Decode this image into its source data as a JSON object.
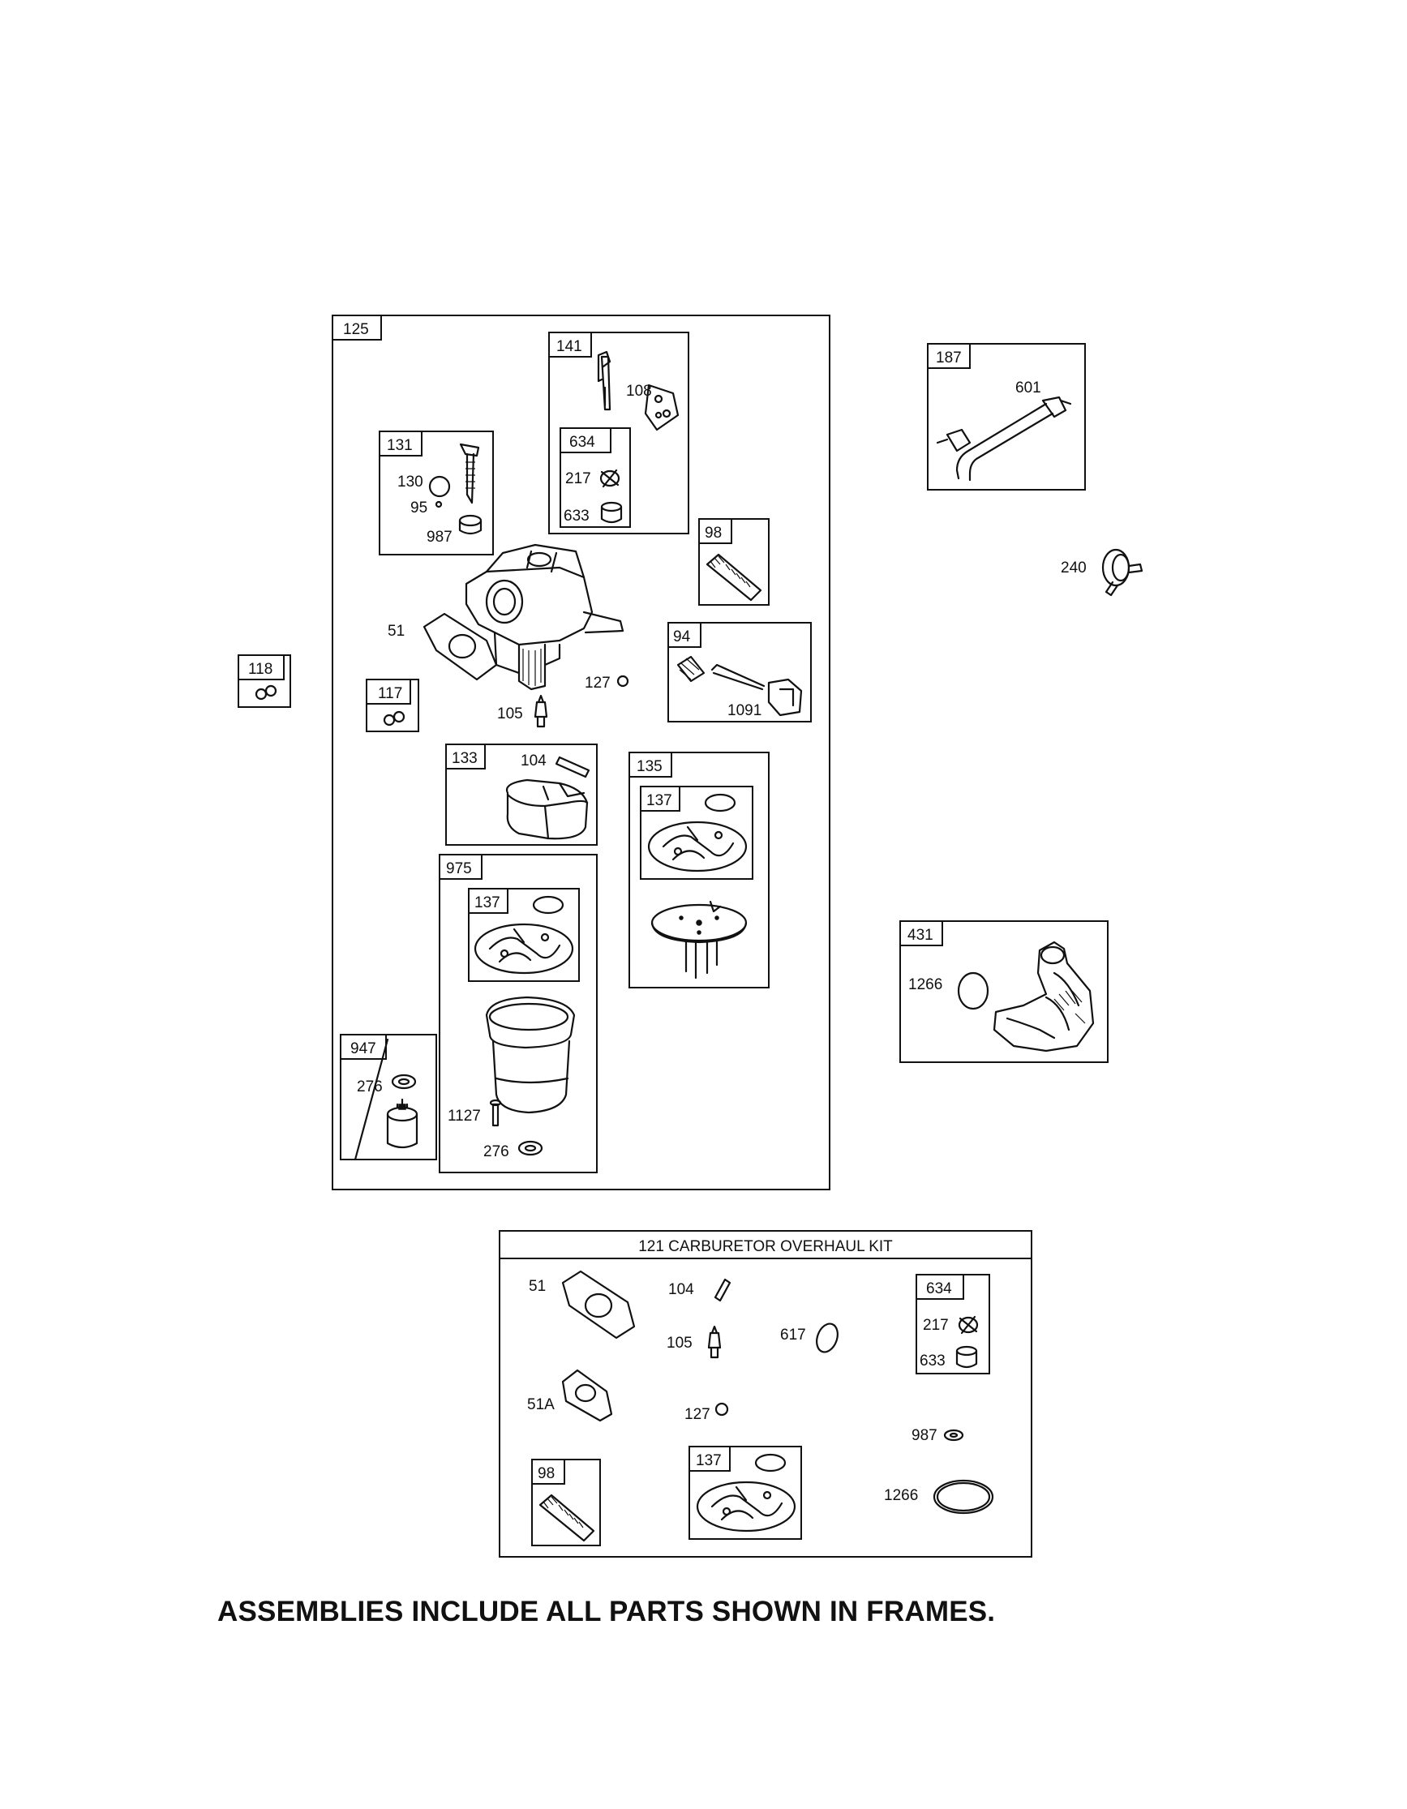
{
  "frames": {
    "main": "125",
    "sub_141": "141",
    "sub_634": "634",
    "sub_131": "131",
    "sub_98": "98",
    "sub_94": "94",
    "sub_117": "117",
    "sub_118": "118",
    "sub_133": "133",
    "sub_135": "135",
    "sub_137": "137",
    "sub_975": "975",
    "sub_947": "947",
    "sub_187": "187",
    "sub_431": "431",
    "kit_634": "634",
    "kit_98": "98",
    "kit_137": "137"
  },
  "labels": {
    "p108": "108",
    "p217": "217",
    "p633": "633",
    "p130": "130",
    "p95": "95",
    "p987": "987",
    "p51": "51",
    "p127": "127",
    "p105": "105",
    "p1091": "1091",
    "p104": "104",
    "p276a": "276",
    "p1127": "1127",
    "p276b": "276",
    "p601": "601",
    "p240": "240",
    "p1266": "1266"
  },
  "kit": {
    "title": "121 CARBURETOR OVERHAUL KIT",
    "p51": "51",
    "p104": "104",
    "p105": "105",
    "p617": "617",
    "p217": "217",
    "p633": "633",
    "p51a": "51A",
    "p127": "127",
    "p987": "987",
    "p1266": "1266"
  },
  "footer": {
    "note": "ASSEMBLIES INCLUDE ALL PARTS SHOWN IN FRAMES."
  }
}
